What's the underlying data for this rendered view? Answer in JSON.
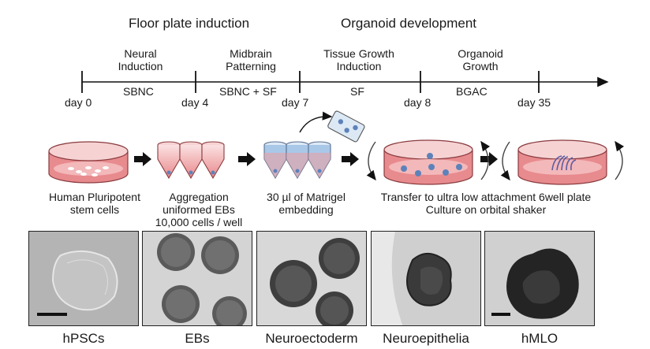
{
  "phases": {
    "floor_plate": "Floor plate induction",
    "organoid": "Organoid development"
  },
  "stages": [
    {
      "line1": "Neural",
      "line2": "Induction",
      "medium": "SBNC"
    },
    {
      "line1": "Midbrain",
      "line2": "Patterning",
      "medium": "SBNC + SF"
    },
    {
      "line1": "Tissue Growth",
      "line2": "Induction",
      "medium": "SF"
    },
    {
      "line1": "Organoid",
      "line2": "Growth",
      "medium": "BGAC"
    }
  ],
  "days": [
    "day 0",
    "day 4",
    "day 7",
    "day 8",
    "day 35"
  ],
  "steps": [
    {
      "line1": "Human Pluripotent",
      "line2": "stem cells",
      "line3": ""
    },
    {
      "line1": "Aggregation",
      "line2": "uniformed EBs",
      "line3": "10,000 cells / well"
    },
    {
      "line1": "30 µl of Matrigel",
      "line2": "embedding",
      "line3": ""
    },
    {
      "line1": "Transfer to ultra low attachment 6well plate",
      "line2": "Culture on orbital shaker",
      "line3": ""
    }
  ],
  "panels": [
    "hPSCs",
    "EBs",
    "Neuroectoderm",
    "Neuroepithelia",
    "hMLO"
  ],
  "colors": {
    "dish_pink": "#e88b8e",
    "dish_light": "#f6d2d3",
    "matrigel_blue": "#a9c8e8",
    "cell_blue": "#5d82b9",
    "micrograph_bg": "#c9c9c9"
  }
}
